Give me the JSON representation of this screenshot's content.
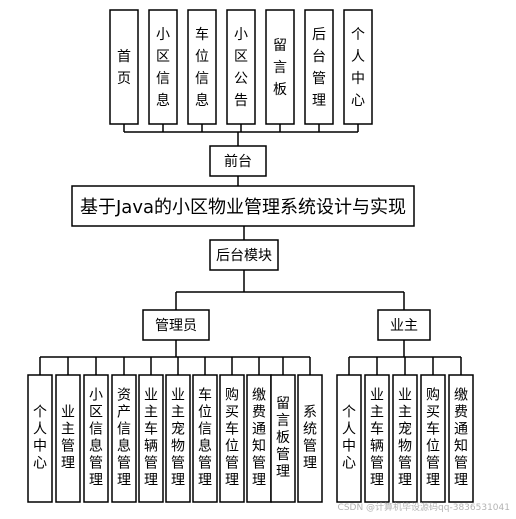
{
  "top_modules": [
    "首页",
    "小区信息",
    "车位信息",
    "小区公告",
    "留言板",
    "后台管理",
    "个人中心"
  ],
  "frontend_label": "前台",
  "system_title": "基于Java的小区物业管理系统设计与实现",
  "backend_label": "后台模块",
  "admin_label": "管理员",
  "admin_modules": [
    "个人中心",
    "业主管理",
    "小区信息管理",
    "资产信息管理",
    "业主车辆管理",
    "业主宠物管理",
    "车位信息管理",
    "购买车位管理",
    "缴费通知管理",
    "留言板管理",
    "系统管理"
  ],
  "owner_label": "业主",
  "owner_modules": [
    "个人中心",
    "业主车辆管理",
    "业主宠物管理",
    "购买车位管理",
    "缴费通知管理"
  ],
  "watermark": "CSDN @计算机毕设源码qq-3836531041"
}
